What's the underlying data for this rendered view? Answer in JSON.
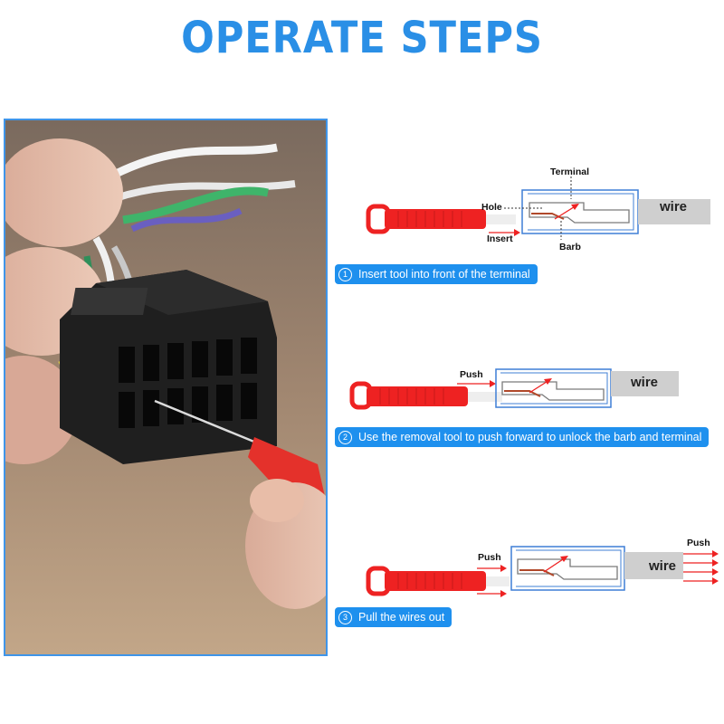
{
  "title": "OPERATE STEPS",
  "steps": [
    {
      "number": "1",
      "label": "Insert tool into front of the terminal",
      "wire": "wire",
      "annotations": {
        "terminal": "Terminal",
        "hole": "Hole",
        "insert": "Insert",
        "barb": "Barb"
      }
    },
    {
      "number": "2",
      "label": "Use the removal tool to push forward to unlock the barb and terminal",
      "wire": "wire",
      "annotations": {
        "push": "Push"
      }
    },
    {
      "number": "3",
      "label": "Pull the wires out",
      "wire": "wire",
      "annotations": {
        "push_left": "Push",
        "push_right": "Push"
      }
    }
  ],
  "colors": {
    "accent": "#1e90ee",
    "tool": "#ee2222",
    "outline": "#3f7fd6"
  }
}
